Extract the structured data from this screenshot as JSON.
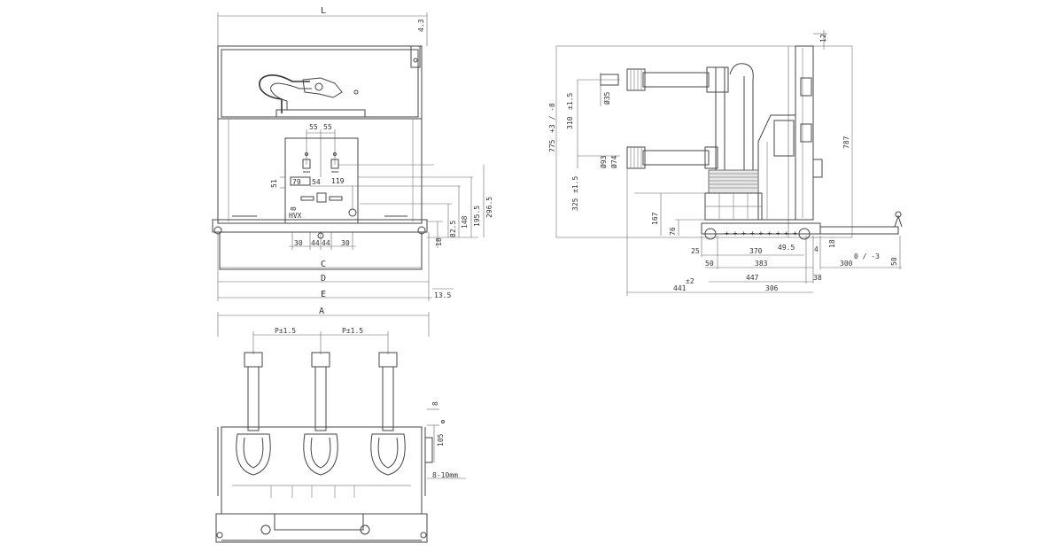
{
  "front_view": {
    "top_label": "L",
    "top_right_dim": "4.3",
    "top_pitch_left": "55",
    "top_pitch_right": "55",
    "dim_51": "51",
    "dim_79": "79",
    "dim_54": "54",
    "dim_119": "119",
    "dim_8": "8",
    "brand": "HVX",
    "dim_30_left": "30",
    "dim_44_a": "44",
    "dim_44_b": "44",
    "dim_30_right": "30",
    "dim_18": "18",
    "dim_82_5": "82.5",
    "dim_148": "148",
    "dim_195_5": "195.5",
    "dim_296_5": "296.5",
    "label_c": "C",
    "label_d": "D",
    "label_e": "E",
    "dim_13_5": "13.5"
  },
  "side_view": {
    "dim_12": "12",
    "dim_787": "787",
    "dim_775": "775",
    "dim_775_tol": "+3 / -8",
    "dim_310": "310",
    "dim_310_tol": "±1.5",
    "dim_325": "325",
    "dim_325_tol": "±1.5",
    "dia_35": "Ø35",
    "dia_93": "Ø93",
    "dia_74": "Ø74",
    "dim_167": "167",
    "dim_76": "76",
    "dim_25": "25",
    "dim_370": "370",
    "dim_49_5": "49.5",
    "dim_4": "4",
    "dim_18": "18",
    "dim_50_a": "50",
    "dim_383": "383",
    "dim_300": "300",
    "dim_300_tol": "0 / -3",
    "dim_50_b": "50",
    "dim_447": "447",
    "dim_38": "38",
    "dim_441": "441",
    "dim_441_tol": "±2",
    "dim_306": "306"
  },
  "bottom_view": {
    "top_label": "A",
    "pitch_left": "P±1.5",
    "pitch_right": "P±1.5",
    "dim_8": "8",
    "dim_105": "105",
    "note": "8-10mm"
  }
}
